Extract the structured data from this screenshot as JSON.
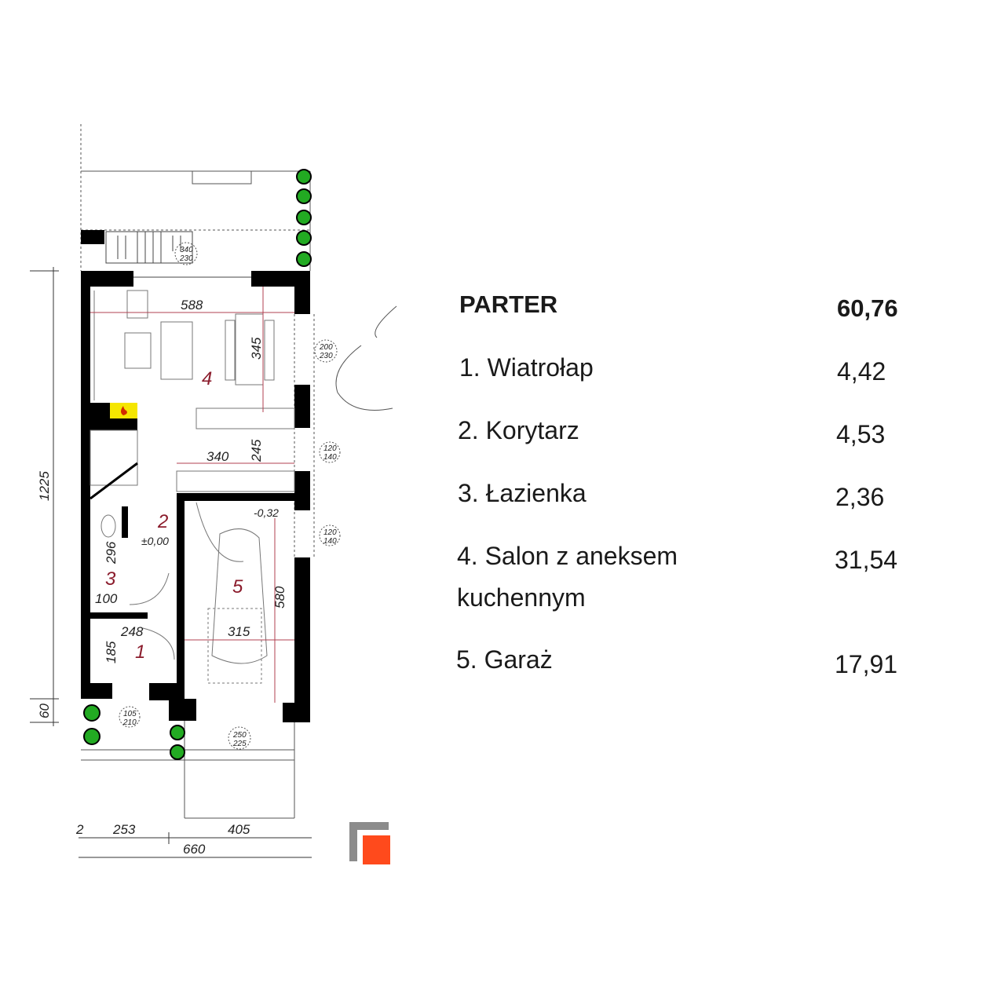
{
  "plan": {
    "dimensions": {
      "d588": "588",
      "d345": "345",
      "d340": "340",
      "d245": "245",
      "d296": "296",
      "d100": "100",
      "d248": "248",
      "d185": "185",
      "d315": "315",
      "d580": "580",
      "d1225": "1225",
      "d60": "60",
      "d2": "2",
      "d253": "253",
      "d405": "405",
      "d660": "660"
    },
    "openings": {
      "o1_top": "340",
      "o1_bot": "230",
      "o2_top": "200",
      "o2_bot": "230",
      "o3_top": "120",
      "o3_bot": "140",
      "o4_top": "120",
      "o4_bot": "140",
      "o5_top": "105",
      "o5_bot": "210",
      "o6_top": "250",
      "o6_bot": "225"
    },
    "levels": {
      "ground": "±0,00",
      "garage": "-0,32"
    },
    "room_numbers": [
      "1",
      "2",
      "3",
      "4",
      "5"
    ],
    "colors": {
      "wall": "#000000",
      "room_number": "#8b1c2c",
      "fireplace": "#f5e600",
      "logo_orange": "#ff4a1c",
      "logo_gray": "#8c8c8c"
    }
  },
  "legend": {
    "title": "PARTER",
    "total": "60,76",
    "rooms": [
      {
        "name": "1. Wiatrołap",
        "area": "4,42"
      },
      {
        "name": "2. Korytarz",
        "area": "4,53"
      },
      {
        "name": "3. Łazienka",
        "area": "2,36"
      },
      {
        "name": "4. Salon z aneksem",
        "name2": "kuchennym",
        "area": "31,54"
      },
      {
        "name": "5. Garaż",
        "area": "17,91"
      }
    ]
  }
}
